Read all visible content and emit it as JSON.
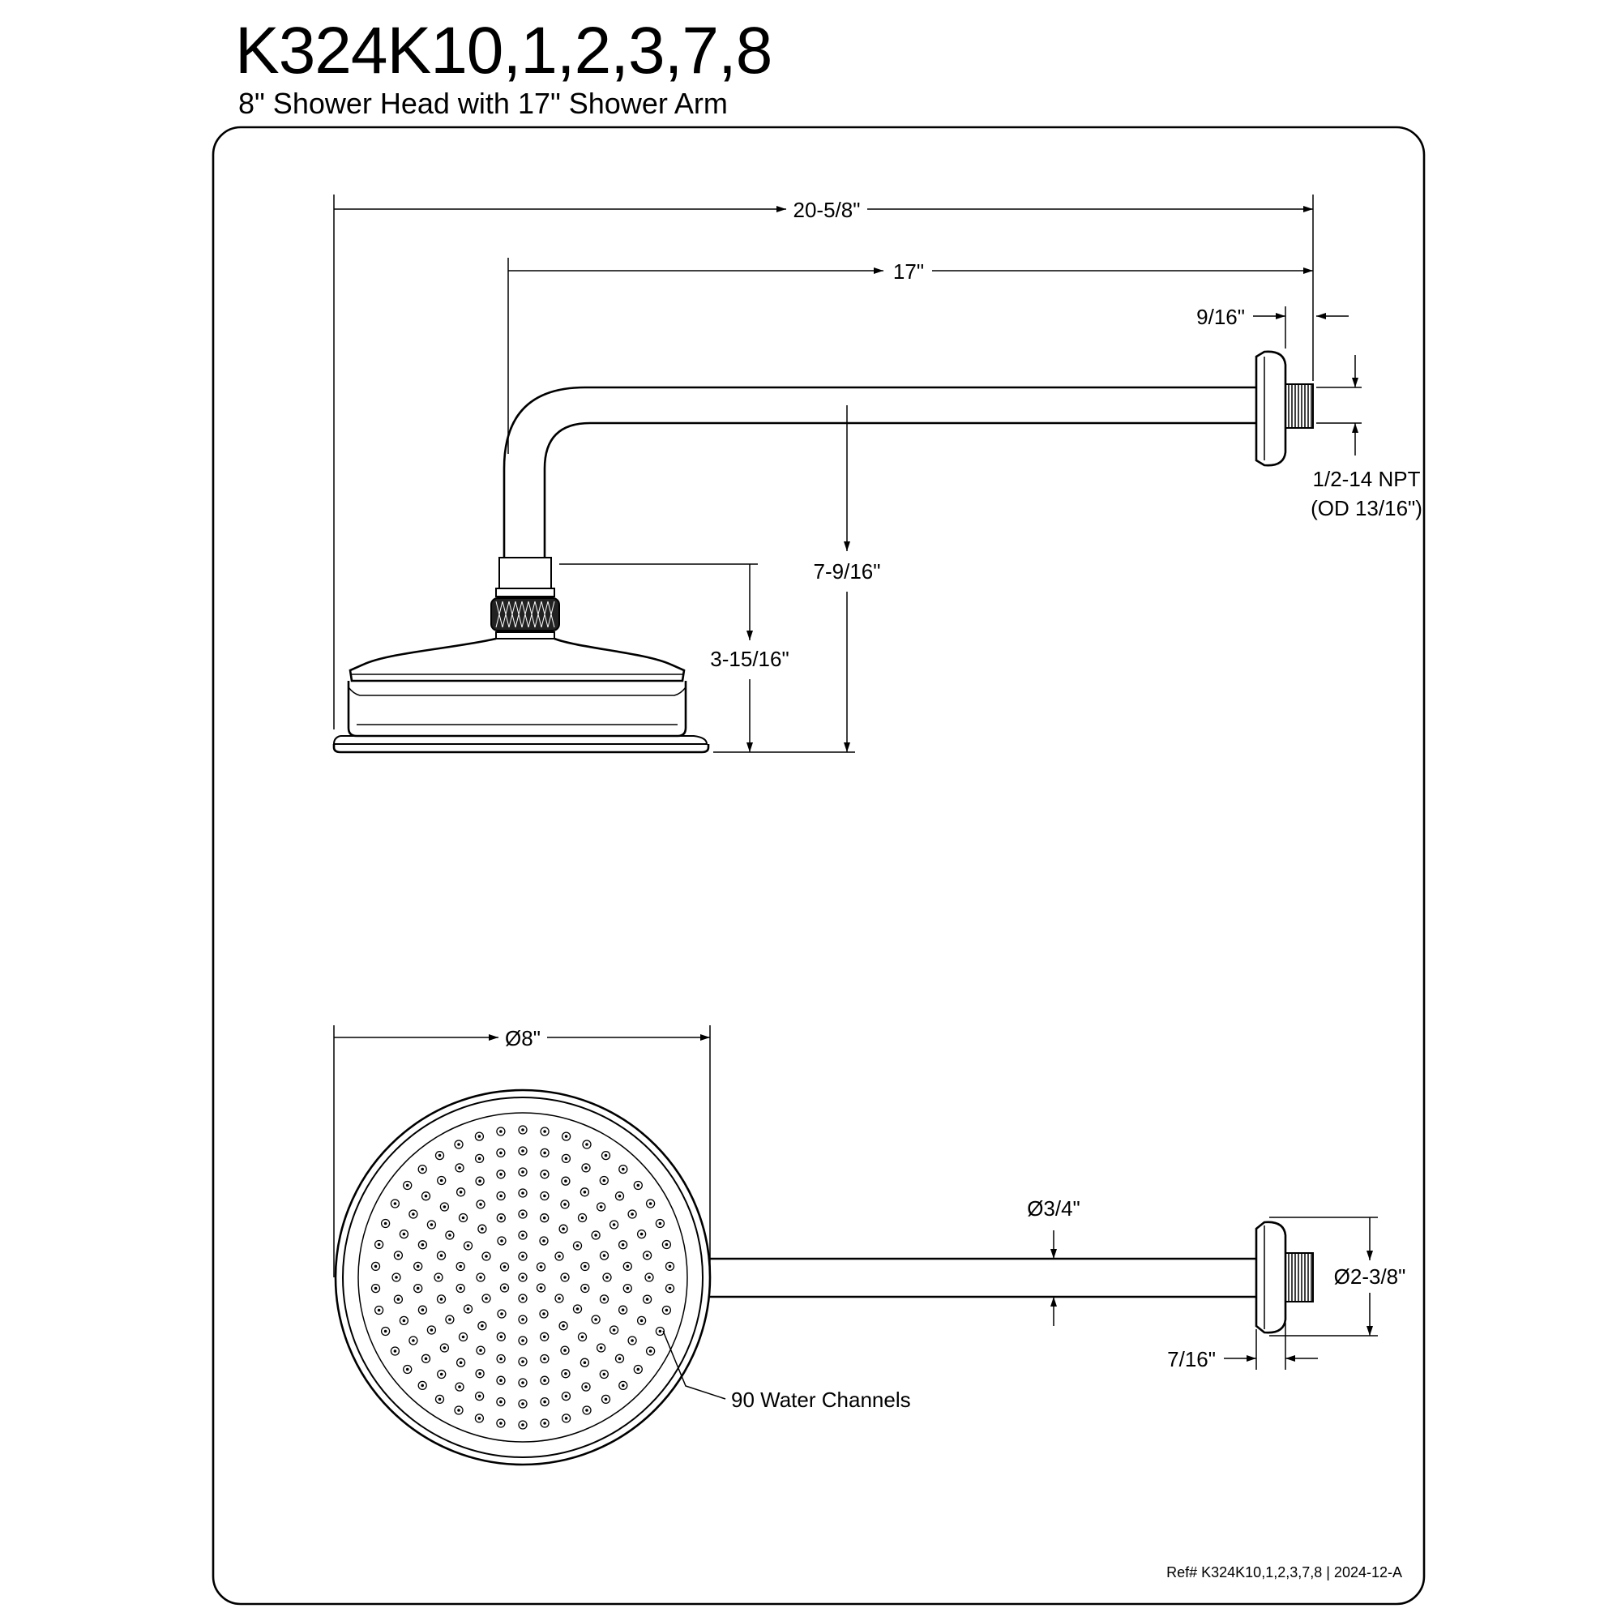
{
  "header": {
    "title": "K324K10,1,2,3,7,8",
    "subtitle": "8\" Shower Head with 17\" Shower Arm"
  },
  "side_view": {
    "dim_overall": "20-5/8\"",
    "dim_arm": "17\"",
    "dim_thread_length": "9/16\"",
    "dim_drop": "7-9/16\"",
    "dim_head_height": "3-15/16\"",
    "thread_spec_line1": "1/2-14 NPT",
    "thread_spec_line2": "(OD 13/16\")"
  },
  "top_view": {
    "dim_head_diameter": "Ø8\"",
    "dim_arm_diameter": "Ø3/4\"",
    "dim_flange_diameter": "Ø2-3/8\"",
    "dim_flange_depth": "7/16\"",
    "water_channels_label": "90 Water Channels"
  },
  "footer": {
    "reference": "Ref# K324K10,1,2,3,7,8 | 2024-12-A"
  }
}
